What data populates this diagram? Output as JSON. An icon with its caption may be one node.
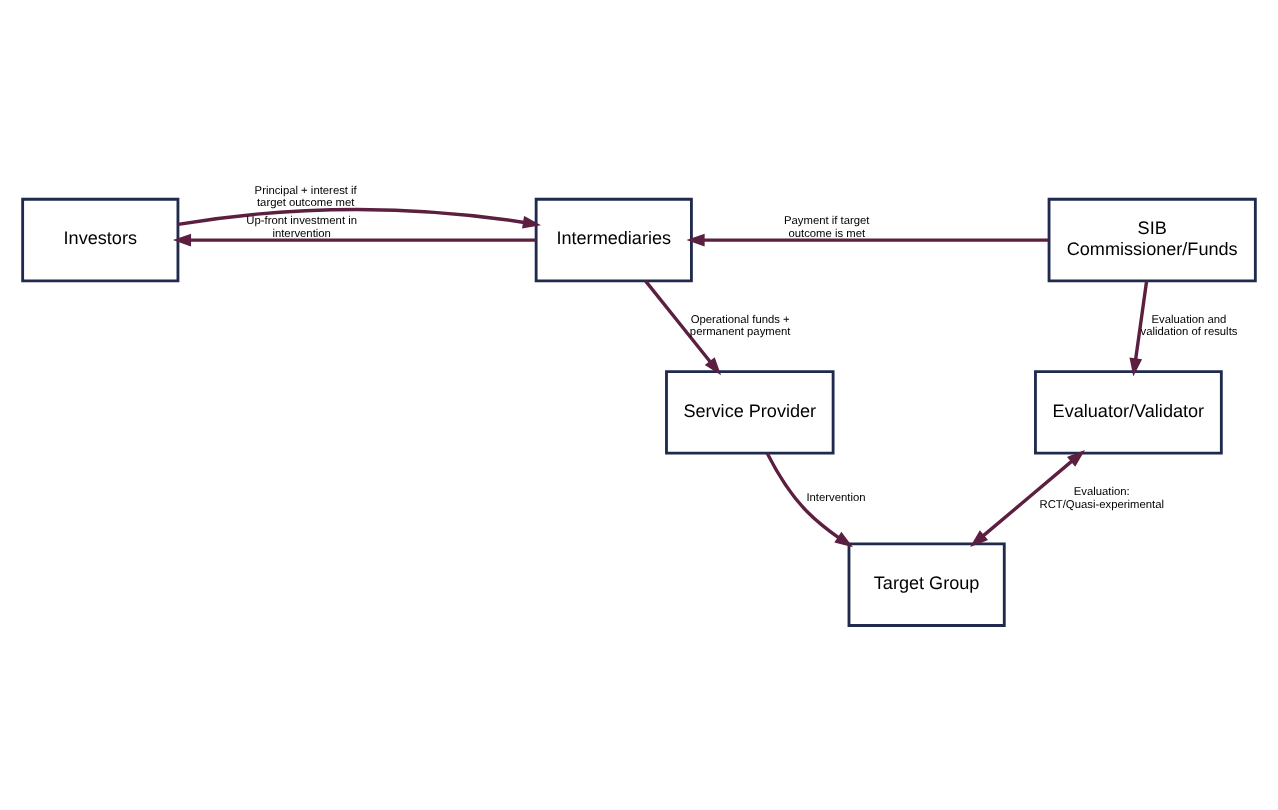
{
  "diagram": {
    "nodes": [
      {
        "text": [
          "Investors"
        ]
      },
      {
        "text": [
          "Intermediaries"
        ]
      },
      {
        "text": [
          "SIB Commissioner/Funds"
        ]
      },
      {
        "text": [
          "Service Provider"
        ]
      },
      {
        "text": [
          "Evaluator/Validator"
        ]
      },
      {
        "text": [
          "Target Group"
        ]
      }
    ],
    "edges": [
      {
        "from": 1,
        "to": 0,
        "arrow": "to",
        "label": "Up-front investment in intervention"
      },
      {
        "from": 0,
        "to": 1,
        "arrow": "to",
        "label": "Principal + interest if target outcome met"
      },
      {
        "from": 2,
        "to": 1,
        "arrow": "to",
        "label": "Payment if target outcome is met"
      },
      {
        "from": 1,
        "to": 3,
        "arrow": "to",
        "label": "Operational funds + permanent payment"
      },
      {
        "from": 2,
        "to": 4,
        "arrow": "to",
        "label": "Evaluation and validation of results"
      },
      {
        "from": 3,
        "to": 5,
        "arrow": "to",
        "label": "Intervention"
      },
      {
        "from": 4,
        "to": 5,
        "arrow": "both",
        "label": "Evaluation: RCT/Quasi-experimental"
      }
    ]
  }
}
